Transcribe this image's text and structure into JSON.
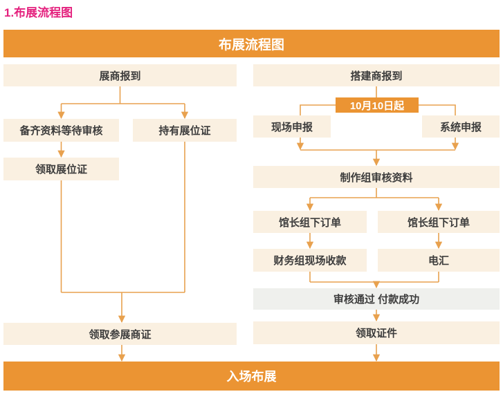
{
  "page": {
    "heading": "1.布展流程图"
  },
  "flowchart": {
    "title": "布展流程图",
    "footer": "入场布展",
    "left_flow": {
      "checkin": "展商报到",
      "prepare_docs": "备齐资料等待审核",
      "has_booth_cert": "持有展位证",
      "get_booth_cert": "领取展位证",
      "get_exhibitor_cert": "领取参展商证"
    },
    "right_flow": {
      "checkin": "搭建商报到",
      "date_badge": "10月10日起",
      "onsite_declare": "现场申报",
      "system_declare": "系统申报",
      "team_review": "制作组审核资料",
      "order_left": "馆长组下订单",
      "order_right": "馆长组下订单",
      "onsite_payment": "财务组现场收款",
      "wire_transfer": "电汇",
      "approved": "审核通过 付款成功",
      "get_cert": "领取证件"
    },
    "colors": {
      "accent_orange": "#EB9433",
      "heading_pink": "#E4217E",
      "box_cream": "#FAF0E1",
      "box_gray": "#EFF0ED",
      "connector_line": "#E8A14E",
      "box_text": "#3C3C3C",
      "banner_text": "#FFFFFF"
    }
  }
}
